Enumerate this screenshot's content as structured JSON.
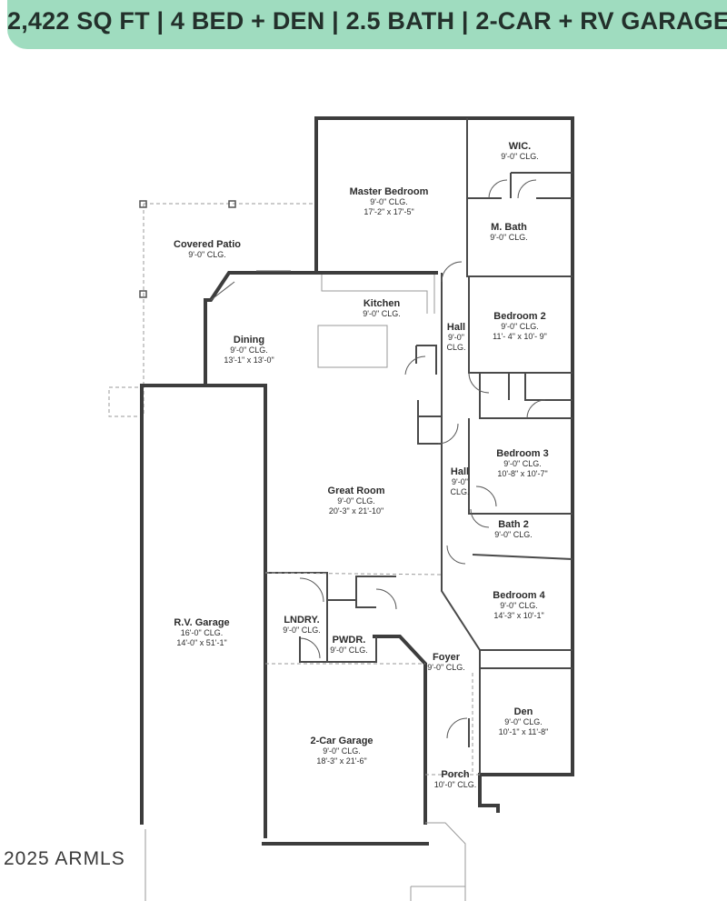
{
  "banner": {
    "text": "2,422 SQ FT | 4 BED + DEN | 2.5 BATH | 2-CAR + RV GARAGE",
    "color": "#9fdcbf"
  },
  "rooms": {
    "master_bedroom": {
      "name": "Master Bedroom",
      "clg": "9'-0\" CLG.",
      "size": "17'-2\" x 17'-5\""
    },
    "wic": {
      "name": "WIC.",
      "clg": "9'-0\" CLG."
    },
    "m_bath": {
      "name": "M. Bath",
      "clg": "9'-0\" CLG."
    },
    "covered_patio": {
      "name": "Covered Patio",
      "clg": "9'-0\" CLG."
    },
    "kitchen": {
      "name": "Kitchen",
      "clg": "9'-0\" CLG."
    },
    "dining": {
      "name": "Dining",
      "clg": "9'-0\" CLG.",
      "size": "13'-1\" x 13'-0\""
    },
    "hall_1": {
      "name": "Hall",
      "clg1": "9'-0\"",
      "clg2": "CLG."
    },
    "bedroom_2": {
      "name": "Bedroom 2",
      "clg": "9'-0\" CLG.",
      "size": "11'- 4\" x 10'- 9\""
    },
    "bedroom_3": {
      "name": "Bedroom 3",
      "clg": "9'-0\" CLG.",
      "size": "10'-8\" x 10'-7\""
    },
    "hall_2": {
      "name": "Hall",
      "clg1": "9'-0\"",
      "clg2": "CLG."
    },
    "great_room": {
      "name": "Great Room",
      "clg": "9'-0\" CLG.",
      "size": "20'-3\" x 21'-10\""
    },
    "bath_2": {
      "name": "Bath 2",
      "clg": "9'-0\" CLG."
    },
    "bedroom_4": {
      "name": "Bedroom 4",
      "clg": "9'-0\" CLG.",
      "size": "14'-3\" x 10'-1\""
    },
    "rv_garage": {
      "name": "R.V. Garage",
      "clg": "16'-0\" CLG.",
      "size": "14'-0\" x 51'-1\""
    },
    "laundry": {
      "name": "LNDRY.",
      "clg": "9'-0\" CLG."
    },
    "powder": {
      "name": "PWDR.",
      "clg": "9'-0\" CLG."
    },
    "foyer": {
      "name": "Foyer",
      "clg": "9'-0\" CLG."
    },
    "den": {
      "name": "Den",
      "clg": "9'-0\" CLG.",
      "size": "10'-1\" x 11'-8\""
    },
    "two_car_garage": {
      "name": "2-Car Garage",
      "clg": "9'-0\" CLG.",
      "size": "18'-3\" x 21'-6\""
    },
    "porch": {
      "name": "Porch",
      "clg": "10'-0\" CLG."
    }
  },
  "watermark": {
    "text": "2025 ARMLS"
  }
}
